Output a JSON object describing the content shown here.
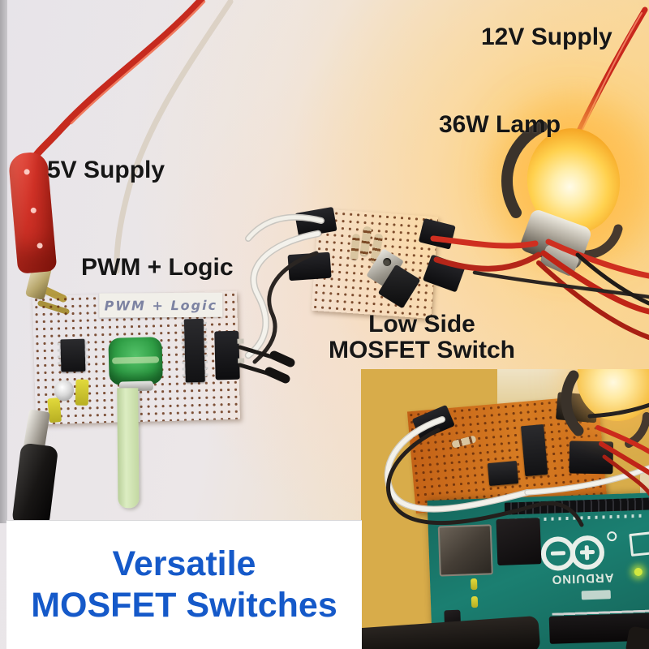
{
  "annotations": {
    "supply_12v": "12V Supply",
    "lamp_36w": "36W Lamp",
    "supply_5v": "5V Supply",
    "pwm_logic": "PWM + Logic",
    "low_side_line1": "Low Side",
    "low_side_line2": "MOSFET Switch"
  },
  "board_marking": {
    "handwritten_label": "PWM + Logic"
  },
  "caption": {
    "line1": "Versatile",
    "line2": "MOSFET Switches"
  },
  "inset": {
    "arduino_brand": "ARDUINO"
  },
  "colors": {
    "annotation_text": "#161616",
    "caption_text": "#1559c9",
    "caption_bg": "#ffffff",
    "perfboard_orange": "#c96f1e",
    "inset_table_yellow": "#d8ac4a",
    "wire_red": "#c8281b",
    "wire_black": "#242020",
    "wire_white": "#f3f1ec",
    "arduino_pcb_teal": "#1a7a6e",
    "lamp_glow": "#ffc93e",
    "potentiometer_green": "#2f9e45"
  }
}
